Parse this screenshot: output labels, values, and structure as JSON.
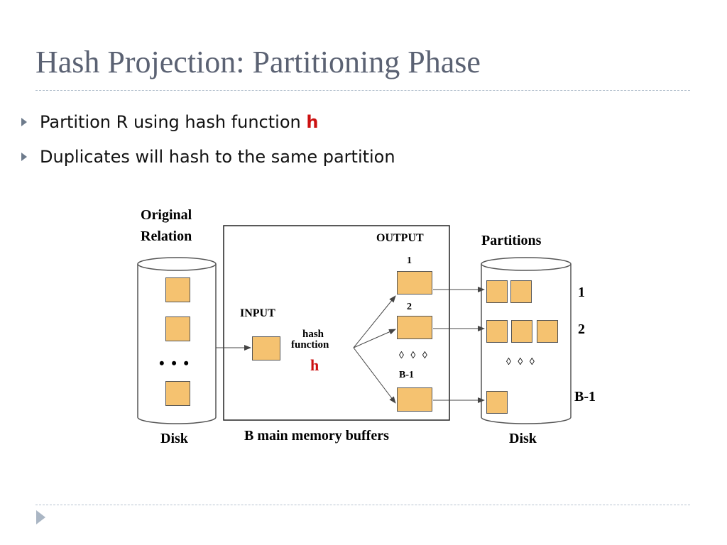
{
  "slide": {
    "title": "Hash Projection: Partitioning Phase",
    "bullets": [
      {
        "text": "Partition R using hash function ",
        "highlight": "h"
      },
      {
        "text": "Duplicates will hash to the same partition"
      }
    ]
  },
  "diagram": {
    "original_relation_line1": "Original",
    "original_relation_line2": "Relation",
    "left_disk_label": "Disk",
    "left_ellipsis": "• • •",
    "input_label": "INPUT",
    "hash_label": "hash",
    "function_label": "function",
    "hash_symbol": "h",
    "output_label": "OUTPUT",
    "output_buffers": [
      "1",
      "2",
      "B-1"
    ],
    "output_ellipsis": "◊ ◊ ◊",
    "memory_caption": "B main memory buffers",
    "partitions_label": "Partitions",
    "partition_numbers": [
      "1",
      "2",
      "B-1"
    ],
    "partition_ellipsis": "◊ ◊ ◊",
    "right_disk_label": "Disk",
    "colors": {
      "buffer_fill": "#f5c270",
      "highlight": "#cc1111",
      "title": "#5b6273"
    }
  }
}
